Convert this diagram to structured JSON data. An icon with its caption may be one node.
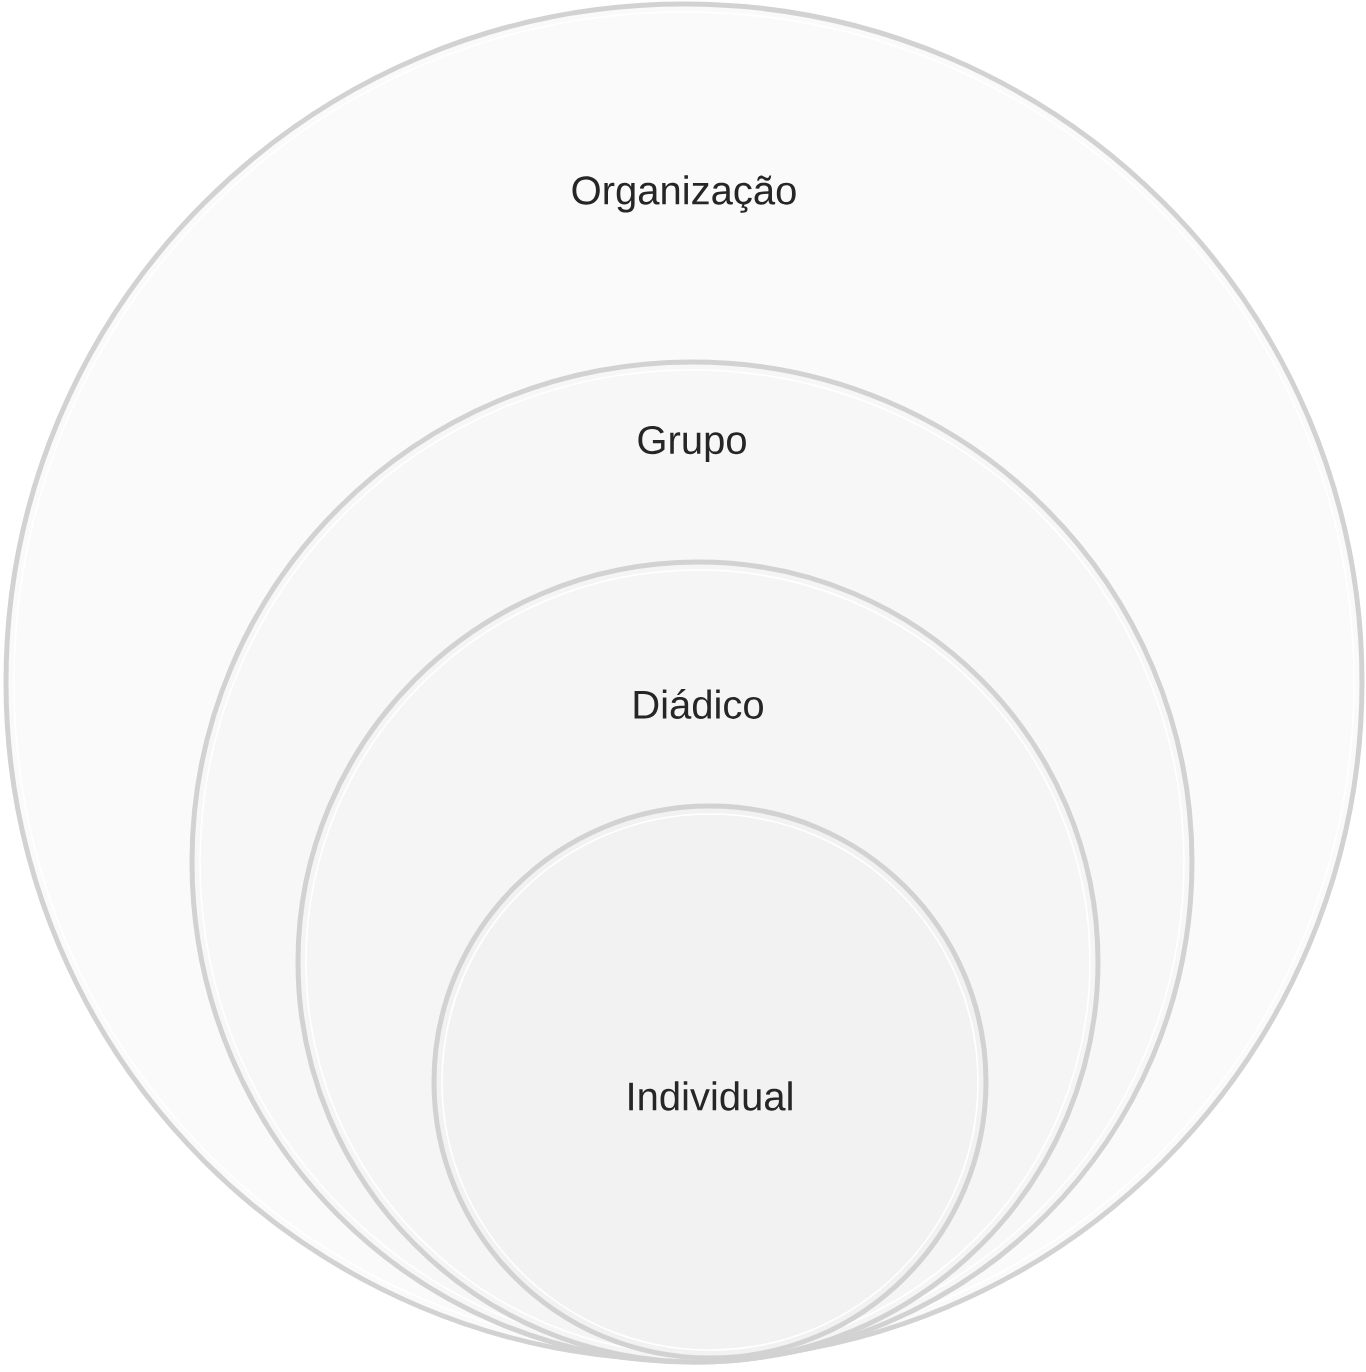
{
  "diagram": {
    "nodes": [
      {
        "text": [
          "Organização"
        ]
      },
      {
        "text": [
          "Grupo"
        ],
        "in": 0
      },
      {
        "text": [
          "Diádico"
        ],
        "in": 1
      },
      {
        "text": [
          "Individual"
        ],
        "in": 2
      }
    ]
  }
}
